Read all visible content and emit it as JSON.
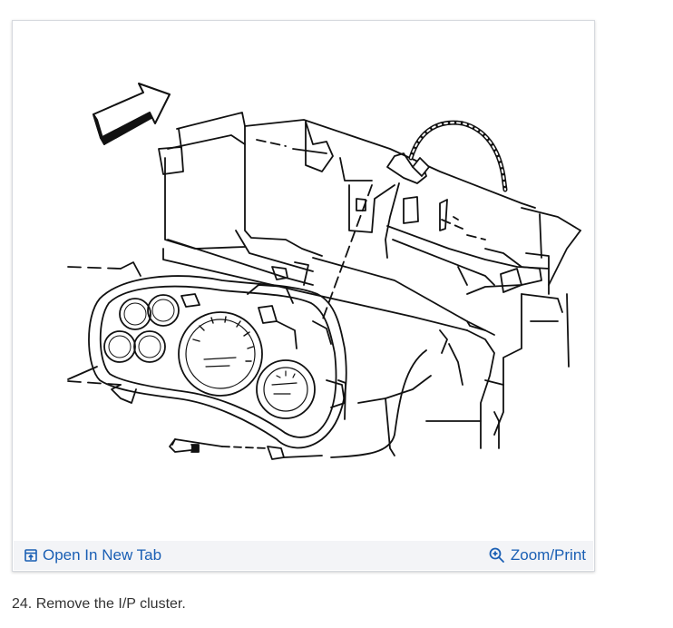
{
  "figure": {
    "toolbar": {
      "open_new_tab_label": "Open In New Tab",
      "zoom_print_label": "Zoom/Print"
    },
    "link_color": "#1a5fb4",
    "toolbar_background": "#f3f4f7"
  },
  "caption": {
    "text": "24. Remove the I/P cluster."
  }
}
